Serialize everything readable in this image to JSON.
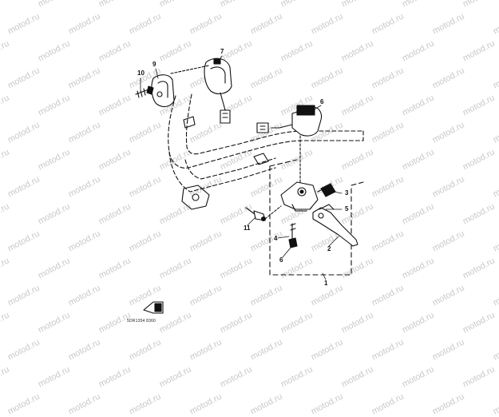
{
  "watermark_text": "motod.ru",
  "diagram_ref": "5DR1354 8360",
  "part_callouts": [
    "1",
    "2",
    "3",
    "4",
    "5",
    "6",
    "6",
    "7",
    "9",
    "10",
    "11"
  ],
  "colors": {
    "ink": "#111111",
    "watermark": "#c9c9c9",
    "background": "#ffffff"
  }
}
